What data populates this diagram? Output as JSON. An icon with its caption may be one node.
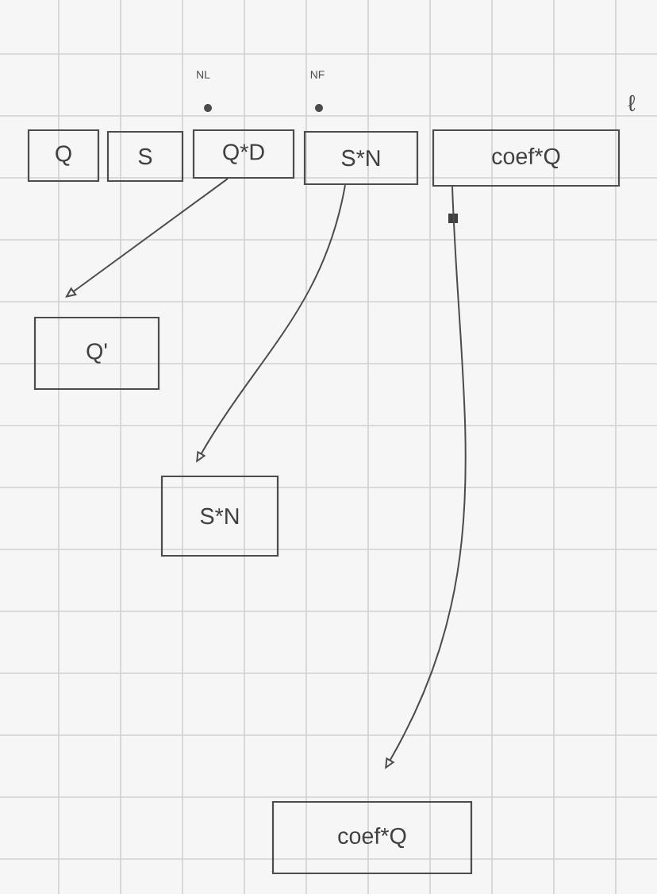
{
  "diagram": {
    "nodes": [
      {
        "text": [
          "Q"
        ]
      },
      {
        "text": [
          "S"
        ]
      },
      {
        "text": [
          "Q*D"
        ]
      },
      {
        "text": [
          "S*N"
        ]
      },
      {
        "text": [
          "coef*Q"
        ]
      },
      {
        "text": [
          "Q'"
        ]
      },
      {
        "text": [
          "S*N"
        ]
      },
      {
        "text": [
          "coef*Q"
        ]
      }
    ],
    "edges": [
      {
        "from": 2,
        "to": 5,
        "arrow": "to"
      },
      {
        "from": 3,
        "to": 6,
        "arrow": "to"
      },
      {
        "from": 4,
        "to": 7,
        "arrow": "to"
      }
    ],
    "labels": [
      "NL",
      "NF",
      "ℓ"
    ]
  }
}
